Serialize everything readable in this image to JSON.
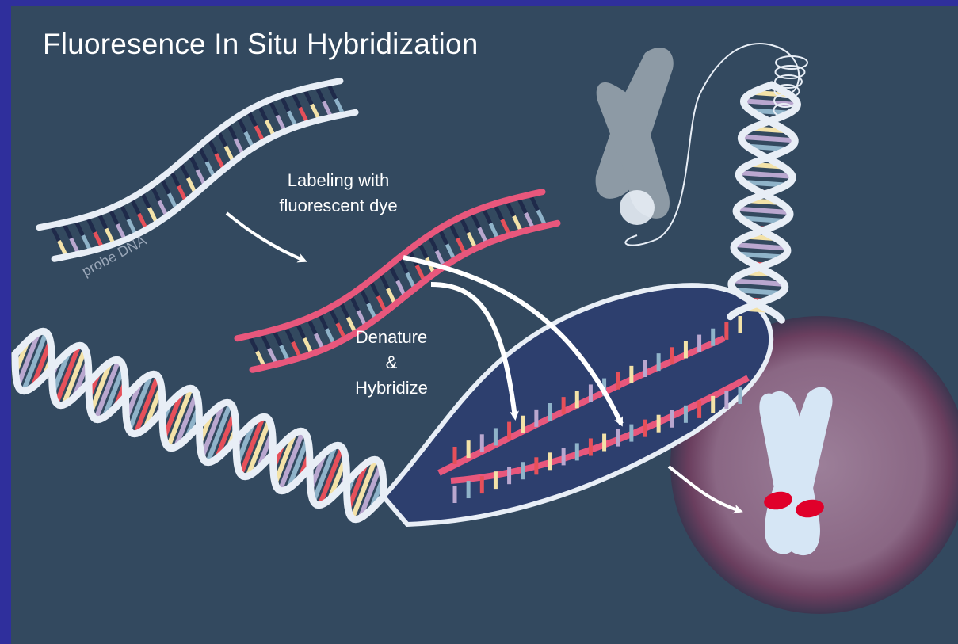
{
  "title": "Fluoresence In Situ Hybridization",
  "labels": {
    "probe": "probe DNA",
    "labeling_line1": "Labeling with",
    "labeling_line2": "fluorescent dye",
    "denature_line1": "Denature",
    "denature_line2": "&",
    "denature_line3": "Hybridize"
  },
  "colors": {
    "border": "#2f2f9c",
    "background": "#33495f",
    "strand_white": "#e8eef6",
    "strand_pink": "#e8577c",
    "base_red": "#e6505a",
    "base_yellow": "#f3e2a8",
    "base_lavender": "#b9a7cf",
    "base_blue": "#8fb3c9",
    "chromosome_gray": "#8d9aa5",
    "chromosome_blue": "#d6e6f5",
    "nucleus": "#8b6a86",
    "fluorescent_spot": "#e0002a"
  },
  "icons": [
    "probe-dna-ladder",
    "labeled-probe-ladder",
    "genomic-dna-helix",
    "gray-chromosome-icon",
    "nucleus-chromosome-icon",
    "arrow-icon"
  ]
}
